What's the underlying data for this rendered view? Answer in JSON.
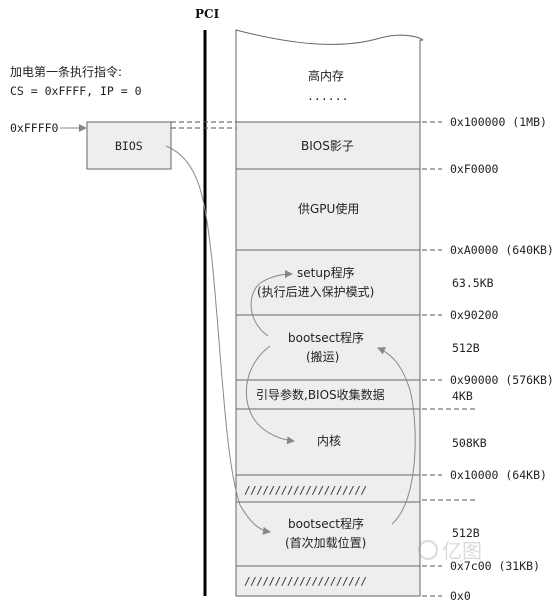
{
  "bus_label": "PCI",
  "boot_note": {
    "line1": "加电第一条执行指令:",
    "line2": "CS = 0xFFFF, IP = 0"
  },
  "bios_entry_address": "0xFFFF0",
  "bios_chip_label": "BIOS",
  "memory_regions": {
    "high_memory": "高内存",
    "high_memory_dots": "......",
    "bios_shadow": "BIOS影子",
    "gpu_reserved": "供GPU使用",
    "setup_line1": "setup程序",
    "setup_line2": "(执行后进入保护模式)",
    "bootsect_moved_line1": "bootsect程序",
    "bootsect_moved_line2": "(搬运)",
    "boot_params": "引导参数,BIOS收集数据",
    "kernel": "内核",
    "hatched_1": "////////////////////",
    "bootsect_orig_line1": "bootsect程序",
    "bootsect_orig_line2": "(首次加载位置)",
    "hatched_2": "////////////////////"
  },
  "address_labels": {
    "a_100000": "0x100000 (1MB)",
    "a_f0000": "0xF0000",
    "a_a0000": "0xA0000 (640KB)",
    "a_90200": "0x90200",
    "a_90000": "0x90000 (576KB)",
    "a_10000": "0x10000 (64KB)",
    "a_7c00": "0x7c00 (31KB)",
    "a_0": "0x0"
  },
  "size_labels": {
    "s_63_5kb": "63.5KB",
    "s_512b_a": "512B",
    "s_4kb": "4KB",
    "s_508kb": "508KB",
    "s_512b_b": "512B"
  },
  "watermark": "亿图"
}
